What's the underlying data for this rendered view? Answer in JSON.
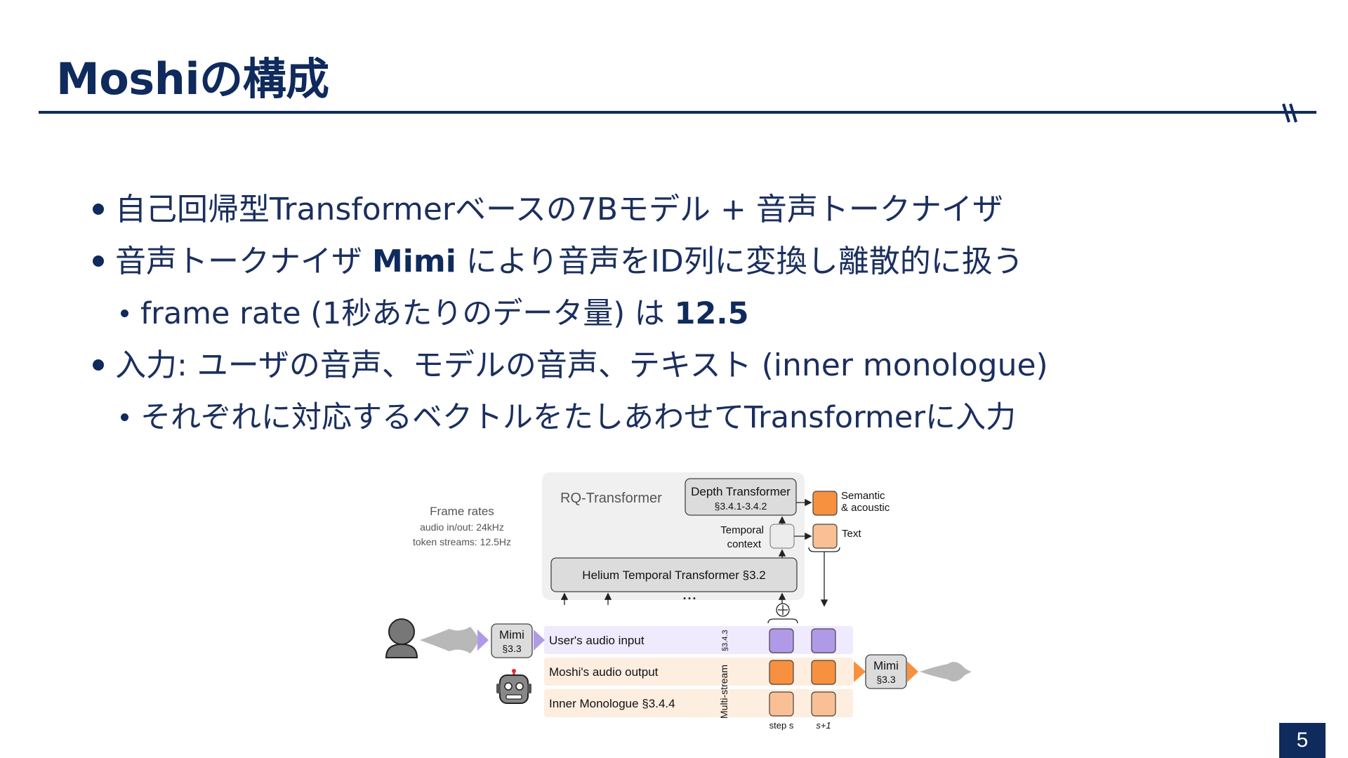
{
  "title": "Moshiの構成",
  "bullets": [
    {
      "level": 1,
      "text": "自己回帰型Transformerベースの7Bモデル + 音声トークナイザ"
    },
    {
      "level": 1,
      "before": "音声トークナイザ ",
      "bold": "Mimi",
      "after": " により音声をID列に変換し離散的に扱う"
    },
    {
      "level": 2,
      "before": "frame rate (1秒あたりのデータ量) は ",
      "bold": "12.5"
    },
    {
      "level": 1,
      "text": "入力: ユーザの音声、モデルの音声、テキスト (inner monologue)"
    },
    {
      "level": 2,
      "text": "それぞれに対応するベクトルをたしあわせてTransformerに入力"
    }
  ],
  "diagram": {
    "frame_rates": {
      "title": "Frame rates",
      "line1": "audio in/out: 24kHz",
      "line2": "token streams: 12.5Hz"
    },
    "rq_transformer": "RQ-Transformer",
    "depth_transformer": {
      "name": "Depth Transformer",
      "section": "§3.4.1-3.4.2"
    },
    "temporal_context": {
      "line1": "Temporal",
      "line2": "context"
    },
    "helium": "Helium Temporal Transformer §3.2",
    "ellipsis": "• • •",
    "outputs": {
      "semantic1": "Semantic",
      "semantic2": "& acoustic",
      "text": "Text"
    },
    "mimi_in": {
      "name": "Mimi",
      "section": "§3.3"
    },
    "mimi_out": {
      "name": "Mimi",
      "section": "§3.3"
    },
    "streams": {
      "user": "User's audio input",
      "moshi": "Moshi's audio output",
      "inner": "Inner Monologue §3.4.4",
      "multi_stream": "Multi-stream",
      "multi_stream_section": "§3.4.3"
    },
    "steps": {
      "s": "step s",
      "s1": "s+1"
    },
    "plus": "⊕",
    "colors": {
      "purple": "#b09ae8",
      "orange": "#f7913f",
      "peach": "#f8c094",
      "lavender_bg": "#efeafd",
      "peach_bg": "#fdeee0"
    }
  },
  "page_number": "5"
}
